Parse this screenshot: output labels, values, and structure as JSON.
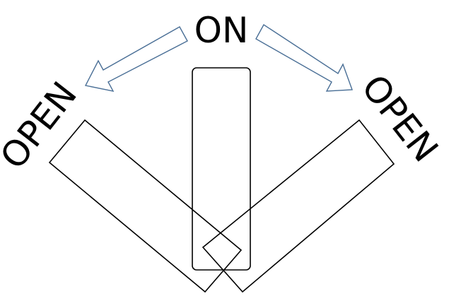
{
  "labels": {
    "center": "ON",
    "left": "OPEN",
    "right": "OPEN"
  },
  "colors": {
    "outline": "#000000",
    "arrow_stroke": "#4a6f96",
    "background": "#ffffff"
  }
}
